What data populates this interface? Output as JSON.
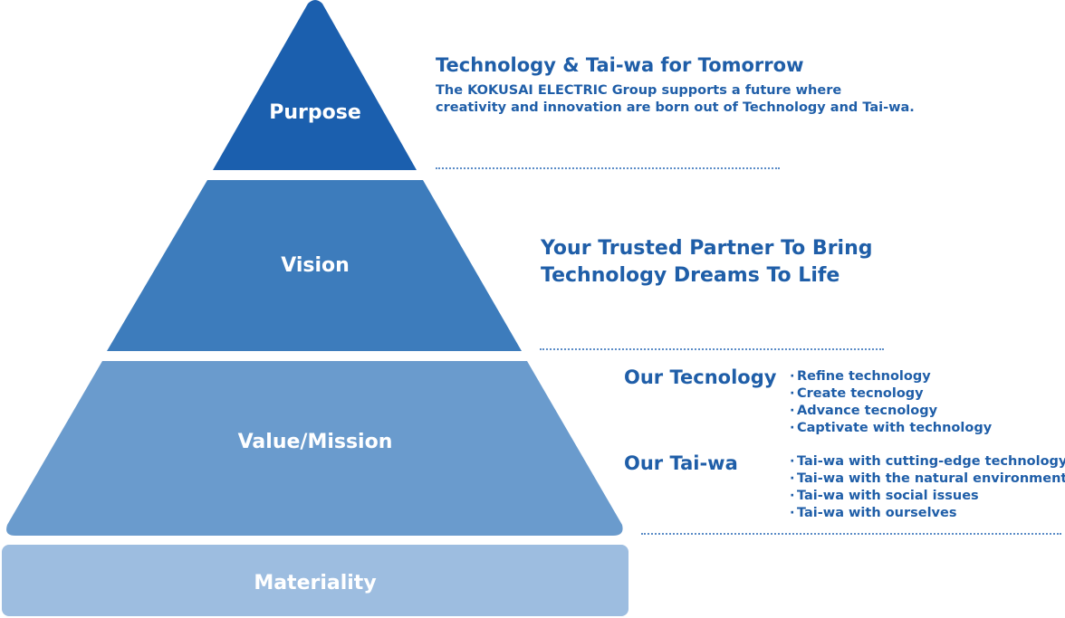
{
  "colors": {
    "purpose": "#1b5fae",
    "vision": "#3d7cbc",
    "value_mission": "#6a9bcd",
    "materiality": "#9dbde0",
    "text": "#1f5ea8",
    "divider": "#5b8cc7"
  },
  "pyramid": {
    "purpose_label": "Purpose",
    "vision_label": "Vision",
    "value_mission_label": "Value/Mission",
    "materiality_label": "Materiality"
  },
  "purpose": {
    "heading": "Technology & Tai-wa for Tomorrow",
    "description_line1": "The KOKUSAI ELECTRIC Group supports a future where",
    "description_line2": "creativity and innovation are born out of Technology and Tai-wa."
  },
  "vision": {
    "line1": "Your Trusted Partner To Bring",
    "line2": "Technology Dreams To Life"
  },
  "value_mission": {
    "groups": [
      {
        "title": "Our Tecnology",
        "items": [
          "Refine technology",
          "Create tecnology",
          "Advance tecnology",
          "Captivate with technology"
        ]
      },
      {
        "title": "Our Tai-wa",
        "items": [
          "Tai-wa with cutting-edge technology",
          "Tai-wa with the natural environment",
          "Tai-wa with social issues",
          "Tai-wa with ourselves"
        ]
      }
    ]
  }
}
